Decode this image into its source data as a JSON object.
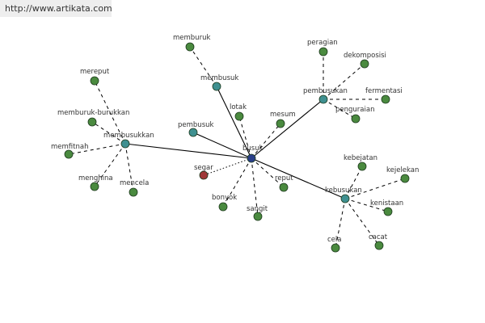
{
  "watermark": "http://www.artikata.com",
  "colors": {
    "center": "#2a3f8a",
    "hub": "#3f9090",
    "leaf": "#4a8a3f",
    "antonym": "#a03838"
  },
  "nodes": [
    {
      "id": "busuk",
      "label": "busuk",
      "type": "center"
    },
    {
      "id": "membusuk",
      "label": "membusuk",
      "type": "hub"
    },
    {
      "id": "membusukkan",
      "label": "membusukkan",
      "type": "hub"
    },
    {
      "id": "pembusukan",
      "label": "pembusukan",
      "type": "hub"
    },
    {
      "id": "kebusukan",
      "label": "kebusukan",
      "type": "hub"
    },
    {
      "id": "pembusuk",
      "label": "pembusuk",
      "type": "hub"
    },
    {
      "id": "memburuk",
      "label": "memburuk",
      "type": "leaf"
    },
    {
      "id": "lotak",
      "label": "lotak",
      "type": "leaf"
    },
    {
      "id": "mesum",
      "label": "mesum",
      "type": "leaf"
    },
    {
      "id": "segar",
      "label": "segar",
      "type": "antonym"
    },
    {
      "id": "bonyok",
      "label": "bonyok",
      "type": "leaf"
    },
    {
      "id": "sangit",
      "label": "sangit",
      "type": "leaf"
    },
    {
      "id": "reput",
      "label": "reput",
      "type": "leaf"
    },
    {
      "id": "mereput",
      "label": "mereput",
      "type": "leaf"
    },
    {
      "id": "memburuk-burukkan",
      "label": "memburuk-burukkan",
      "type": "leaf"
    },
    {
      "id": "memfitnah",
      "label": "memfitnah",
      "type": "leaf"
    },
    {
      "id": "menghina",
      "label": "menghina",
      "type": "leaf"
    },
    {
      "id": "mencela",
      "label": "mencela",
      "type": "leaf"
    },
    {
      "id": "peragian",
      "label": "peragian",
      "type": "leaf"
    },
    {
      "id": "dekomposisi",
      "label": "dekomposisi",
      "type": "leaf"
    },
    {
      "id": "fermentasi",
      "label": "fermentasi",
      "type": "leaf"
    },
    {
      "id": "penguraian",
      "label": "penguraian",
      "type": "leaf"
    },
    {
      "id": "kebejatan",
      "label": "kebejatan",
      "type": "leaf"
    },
    {
      "id": "kejelekan",
      "label": "kejelekan",
      "type": "leaf"
    },
    {
      "id": "kenistaan",
      "label": "kenistaan",
      "type": "leaf"
    },
    {
      "id": "cacat",
      "label": "cacat",
      "type": "leaf"
    },
    {
      "id": "cela",
      "label": "cela",
      "type": "leaf"
    }
  ],
  "edges": [
    {
      "from": "busuk",
      "to": "membusuk",
      "style": "solid"
    },
    {
      "from": "busuk",
      "to": "membusukkan",
      "style": "solid"
    },
    {
      "from": "busuk",
      "to": "pembusukan",
      "style": "solid"
    },
    {
      "from": "busuk",
      "to": "kebusukan",
      "style": "solid"
    },
    {
      "from": "busuk",
      "to": "pembusuk",
      "style": "solid"
    },
    {
      "from": "busuk",
      "to": "lotak",
      "style": "dashed"
    },
    {
      "from": "busuk",
      "to": "mesum",
      "style": "dashed"
    },
    {
      "from": "busuk",
      "to": "segar",
      "style": "dotted"
    },
    {
      "from": "busuk",
      "to": "bonyok",
      "style": "dashed"
    },
    {
      "from": "busuk",
      "to": "sangit",
      "style": "dashed"
    },
    {
      "from": "busuk",
      "to": "reput",
      "style": "dashed"
    },
    {
      "from": "membusuk",
      "to": "memburuk",
      "style": "dashed"
    },
    {
      "from": "membusukkan",
      "to": "mereput",
      "style": "dashed"
    },
    {
      "from": "membusukkan",
      "to": "memburuk-burukkan",
      "style": "dashed"
    },
    {
      "from": "membusukkan",
      "to": "memfitnah",
      "style": "dashed"
    },
    {
      "from": "membusukkan",
      "to": "menghina",
      "style": "dashed"
    },
    {
      "from": "membusukkan",
      "to": "mencela",
      "style": "dashed"
    },
    {
      "from": "pembusukan",
      "to": "peragian",
      "style": "dashed"
    },
    {
      "from": "pembusukan",
      "to": "dekomposisi",
      "style": "dashed"
    },
    {
      "from": "pembusukan",
      "to": "fermentasi",
      "style": "dashed"
    },
    {
      "from": "pembusukan",
      "to": "penguraian",
      "style": "dashed"
    },
    {
      "from": "kebusukan",
      "to": "kebejatan",
      "style": "dashed"
    },
    {
      "from": "kebusukan",
      "to": "kejelekan",
      "style": "dashed"
    },
    {
      "from": "kebusukan",
      "to": "kenistaan",
      "style": "dashed"
    },
    {
      "from": "kebusukan",
      "to": "cacat",
      "style": "dashed"
    },
    {
      "from": "kebusukan",
      "to": "cela",
      "style": "dashed"
    }
  ]
}
